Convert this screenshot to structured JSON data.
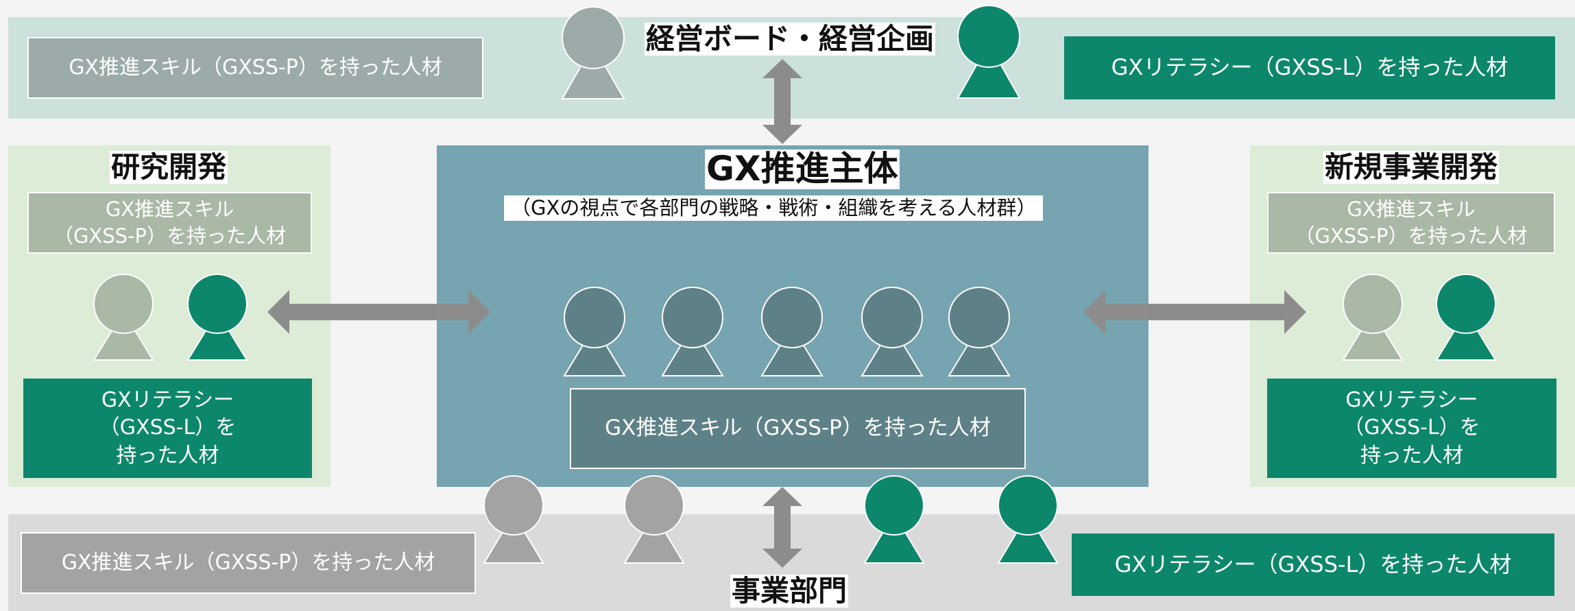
{
  "colors": {
    "background": "#f4f4f4",
    "top_band": "#cde1dc",
    "side_panel": "#dcecd6",
    "center_panel": "#76a4b0",
    "bottom_band": "#dadada",
    "gxss_p_box": "#9cabaa",
    "gxss_p_box_side": "#aab8a6",
    "gxss_p_box_bottom": "#a3a3a3",
    "gxss_p_box_center": "#5e8187",
    "gxss_l_box": "#0d876b",
    "person_teal": "#0d876b",
    "person_gray": "#9cabaa",
    "person_sage": "#aab8a6",
    "person_slate": "#5e8187",
    "person_bottom_gray": "#a3a3a3",
    "arrow": "#8c8c8c"
  },
  "top": {
    "title": "経営ボード・経営企画",
    "gxss_p_label": "GX推進スキル（GXSS-P）を持った人材",
    "gxss_l_label": "GXリテラシー（GXSS-L）を持った人材",
    "person_icons": [
      "person-gray-icon",
      "person-teal-icon"
    ]
  },
  "left": {
    "title": "研究開発",
    "gxss_p_label": "GX推進スキル\n（GXSS-P）を持った人材",
    "gxss_l_label": "GXリテラシー\n（GXSS-L）を\n持った人材",
    "person_icons": [
      "person-sage-icon",
      "person-teal-icon"
    ]
  },
  "center": {
    "title": "GX推進主体",
    "subtitle": "（GXの視点で各部門の戦略・戦術・組織を考える人材群）",
    "gxss_p_label": "GX推進スキル（GXSS-P）を持った人材",
    "person_icons": [
      "person-slate-icon",
      "person-slate-icon",
      "person-slate-icon",
      "person-slate-icon",
      "person-slate-icon"
    ]
  },
  "right": {
    "title": "新規事業開発",
    "gxss_p_label": "GX推進スキル\n（GXSS-P）を持った人材",
    "gxss_l_label": "GXリテラシー\n（GXSS-L）を\n持った人材",
    "person_icons": [
      "person-sage-icon",
      "person-teal-icon"
    ]
  },
  "bottom": {
    "title": "事業部門",
    "gxss_p_label": "GX推進スキル（GXSS-P）を持った人材",
    "gxss_l_label": "GXリテラシー（GXSS-L）を持った人材",
    "person_icons": [
      "person-gray-icon",
      "person-gray-icon",
      "person-teal-icon",
      "person-teal-icon"
    ]
  },
  "connectors": [
    "vertical-double-arrow-icon",
    "horizontal-double-arrow-icon"
  ]
}
